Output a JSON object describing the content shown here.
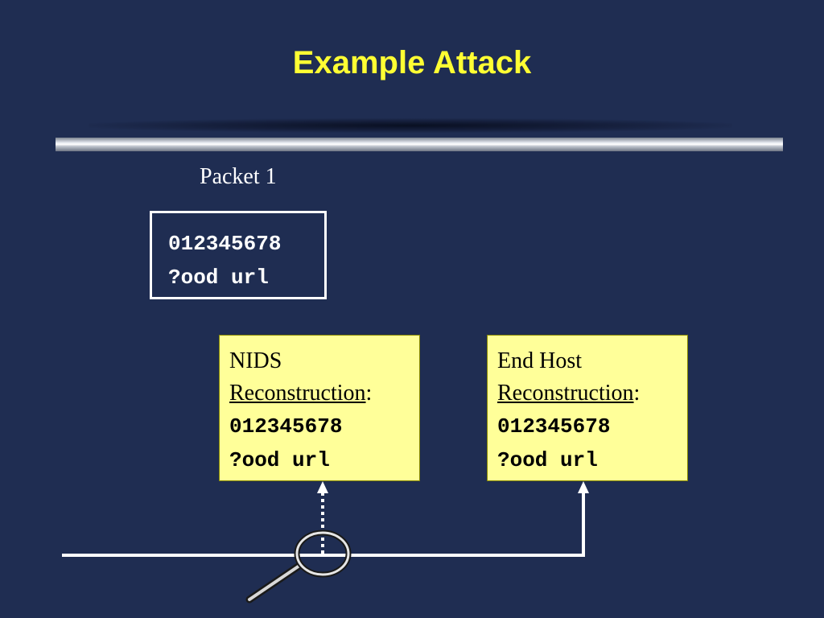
{
  "slide": {
    "title": "Example Attack"
  },
  "packet": {
    "label": "Packet 1",
    "line1": "012345678",
    "line2": "?ood url"
  },
  "nids": {
    "line1": "NIDS",
    "reconstruction": "Reconstruction",
    "colon": ":",
    "data1": "012345678",
    "data2": "?ood url"
  },
  "host": {
    "line1": "End Host",
    "reconstruction": "Reconstruction",
    "colon": ":",
    "data1": "012345678",
    "data2": "?ood url"
  },
  "icons": {
    "monitor": "magnifying-glass-icon"
  },
  "colors": {
    "background": "#1f2d52",
    "title": "#ffff33",
    "box_fill": "#ffff99",
    "line": "#ffffff"
  }
}
